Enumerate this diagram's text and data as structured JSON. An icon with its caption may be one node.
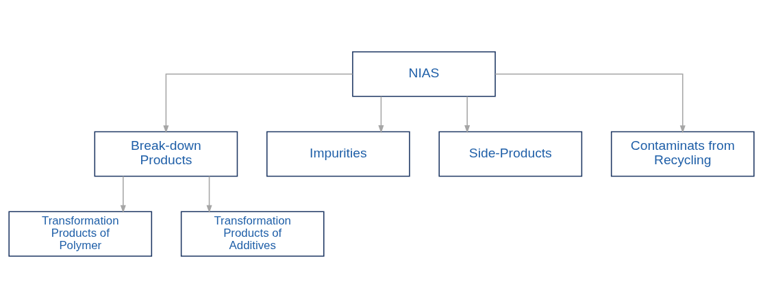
{
  "diagram": {
    "nodes": [
      {
        "text": [
          "NIAS"
        ]
      },
      {
        "text": [
          "Break-down Products"
        ]
      },
      {
        "text": [
          "Impurities"
        ]
      },
      {
        "text": [
          "Side-Products"
        ]
      },
      {
        "text": [
          "Contaminats from Recycling"
        ]
      },
      {
        "text": [
          "Transformation Products of Polymer"
        ]
      },
      {
        "text": [
          "Transformation Products of Additives"
        ]
      }
    ],
    "edges": [
      {
        "from": 0,
        "to": 1,
        "arrow": "to"
      },
      {
        "from": 0,
        "to": 2,
        "arrow": "to"
      },
      {
        "from": 0,
        "to": 3,
        "arrow": "to"
      },
      {
        "from": 0,
        "to": 4,
        "arrow": "to"
      },
      {
        "from": 1,
        "to": 5,
        "arrow": "to"
      },
      {
        "from": 1,
        "to": 6,
        "arrow": "to"
      }
    ]
  }
}
